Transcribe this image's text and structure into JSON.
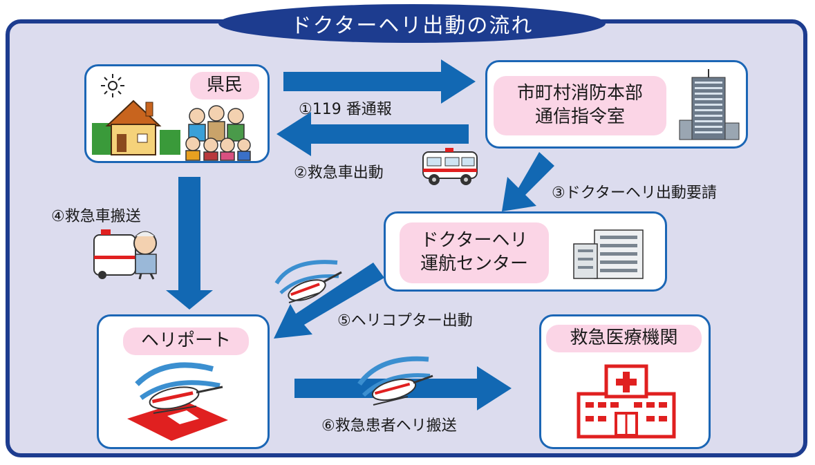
{
  "title": "ドクターヘリ出動の流れ",
  "nodes": {
    "residents": "県民",
    "fire_dept_line1": "市町村消防本部",
    "fire_dept_line2": "通信指令室",
    "heli_center_line1": "ドクターヘリ",
    "heli_center_line2": "運航センター",
    "heliport": "ヘリポート",
    "hospital": "救急医療機関"
  },
  "steps": {
    "s1": "①119 番通報",
    "s2": "②救急車出動",
    "s3": "③ドクターヘリ出動要請",
    "s4": "④救急車搬送",
    "s5": "⑤ヘリコプター出動",
    "s6": "⑥救急患者ヘリ搬送"
  },
  "colors": {
    "frame": "#1d3c8f",
    "arrow": "#1268b3",
    "node_border": "#1b66b5",
    "label_bg": "#fbd5e6",
    "background": "#dcdcee"
  },
  "icons": [
    "house-icon",
    "sun-icon",
    "family-icon",
    "office-building-icon",
    "ambulance-icon",
    "worried-person-icon",
    "center-building-icon",
    "helicopter-icon",
    "hospital-icon"
  ]
}
